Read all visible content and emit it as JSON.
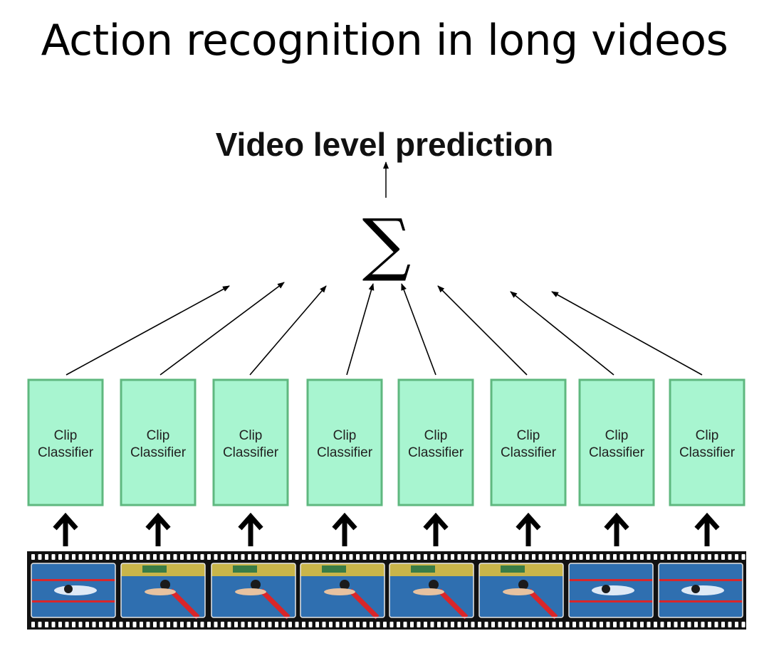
{
  "title": "Action recognition in long videos",
  "diagram": {
    "output_label": "Video level prediction",
    "aggregator_symbol": "∑",
    "classifiers": [
      {
        "line1": "Clip",
        "line2": "Classifier"
      },
      {
        "line1": "Clip",
        "line2": "Classifier"
      },
      {
        "line1": "Clip",
        "line2": "Classifier"
      },
      {
        "line1": "Clip",
        "line2": "Classifier"
      },
      {
        "line1": "Clip",
        "line2": "Classifier"
      },
      {
        "line1": "Clip",
        "line2": "Classifier"
      },
      {
        "line1": "Clip",
        "line2": "Classifier"
      },
      {
        "line1": "Clip",
        "line2": "Classifier"
      }
    ],
    "colors": {
      "classifier_fill": "#a8f5d0",
      "classifier_stroke": "#5fb87f",
      "film": "#111111",
      "water": "#2f6fb0",
      "lane_rope": "#d8262a"
    }
  }
}
